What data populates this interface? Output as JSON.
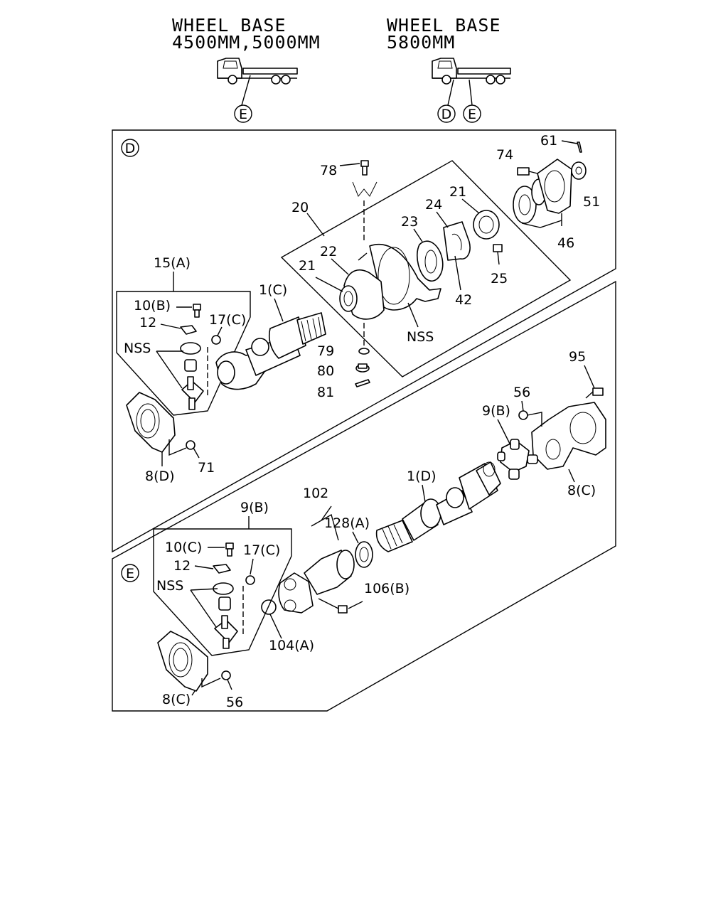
{
  "header": {
    "left": {
      "line1": "WHEEL BASE",
      "line2": "4500MM,5000MM",
      "markers": [
        "E"
      ]
    },
    "right": {
      "line1": "WHEEL BASE",
      "line2": "5800MM",
      "markers": [
        "D",
        "E"
      ]
    }
  },
  "section_d": {
    "marker": "D",
    "labels": {
      "l78": "78",
      "l20": "20",
      "l22": "22",
      "l21a": "21",
      "l21b": "21",
      "l23": "23",
      "l24": "24",
      "l25": "25",
      "l42": "42",
      "lnss": "NSS",
      "l79": "79",
      "l80": "80",
      "l81": "81",
      "l74": "74",
      "l61": "61",
      "l51": "51",
      "l46": "46",
      "l15a": "15(A)",
      "l10b": "10(B)",
      "l12": "12",
      "l17c": "17(C)",
      "lnss2": "NSS",
      "l1c": "1(C)",
      "l8d": "8(D)",
      "l71": "71",
      "l95": "95",
      "l56": "56",
      "l9b": "9(B)",
      "l8c": "8(C)"
    }
  },
  "section_e": {
    "marker": "E",
    "labels": {
      "l102": "102",
      "l1d": "1(D)",
      "l128a": "128(A)",
      "l9b": "9(B)",
      "l10c": "10(C)",
      "l12": "12",
      "l17c": "17(C)",
      "lnss": "NSS",
      "l106b": "106(B)",
      "l104a": "104(A)",
      "l8c": "8(C)",
      "l56": "56"
    }
  }
}
